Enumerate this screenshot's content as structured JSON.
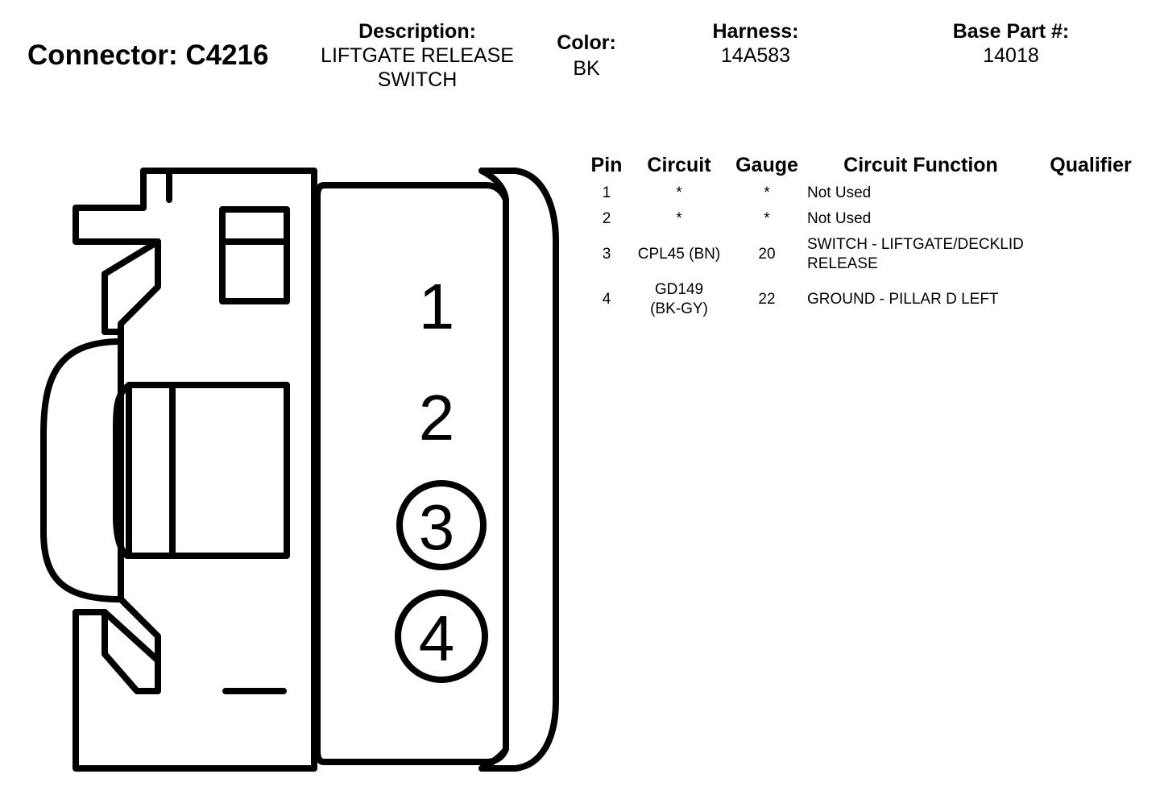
{
  "connector": {
    "title": "Connector: C4216"
  },
  "description": {
    "label": "Description:",
    "value": "LIFTGATE RELEASE\nSWITCH"
  },
  "color": {
    "label": "Color:",
    "value": "BK"
  },
  "harness": {
    "label": "Harness:",
    "value": "14A583"
  },
  "base_part": {
    "label": "Base Part #:",
    "value": "14018"
  },
  "diagram": {
    "pin_labels": [
      "1",
      "2",
      "3",
      "4"
    ],
    "circled_pins": [
      "3",
      "4"
    ]
  },
  "table": {
    "headers": {
      "pin": "Pin",
      "circuit": "Circuit",
      "gauge": "Gauge",
      "function": "Circuit Function",
      "qualifier": "Qualifier"
    },
    "rows": [
      {
        "pin": "1",
        "circuit": "*",
        "gauge": "*",
        "function": "Not Used",
        "qualifier": ""
      },
      {
        "pin": "2",
        "circuit": "*",
        "gauge": "*",
        "function": "Not Used",
        "qualifier": ""
      },
      {
        "pin": "3",
        "circuit": "CPL45 (BN)",
        "gauge": "20",
        "function": "SWITCH - LIFTGATE/DECKLID RELEASE",
        "qualifier": ""
      },
      {
        "pin": "4",
        "circuit": "GD149 (BK-GY)",
        "gauge": "22",
        "function": "GROUND - PILLAR D LEFT",
        "qualifier": ""
      }
    ]
  }
}
